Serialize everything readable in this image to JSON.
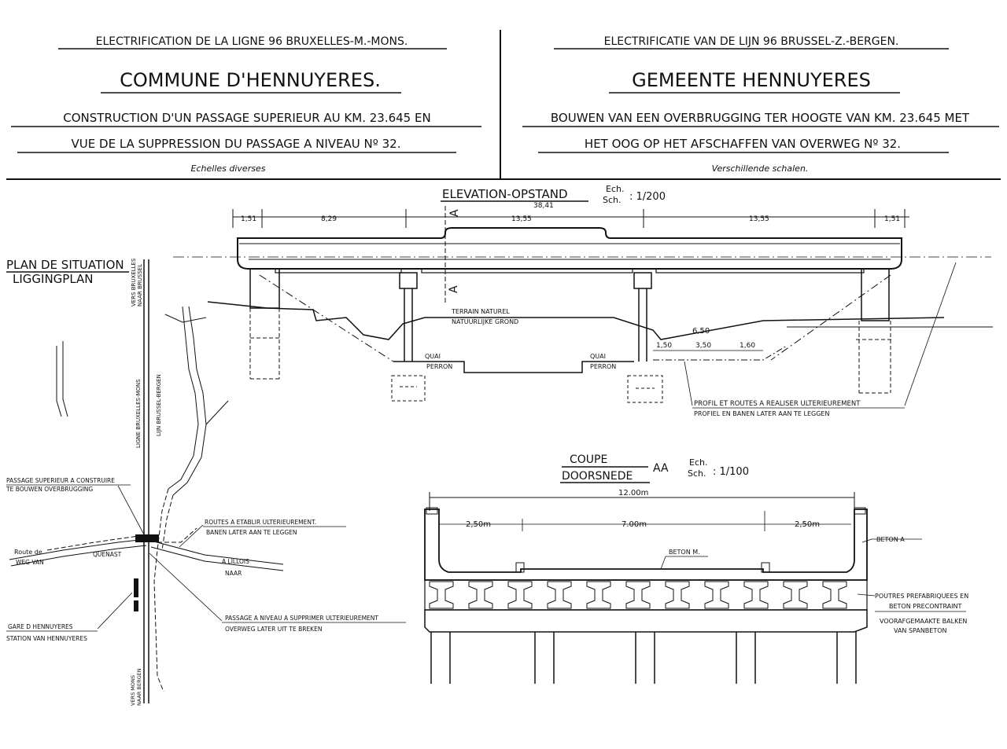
{
  "header": {
    "fr": {
      "line1": "ELECTRIFICATION DE LA LIGNE 96 BRUXELLES-M.-MONS.",
      "title": "COMMUNE D'HENNUYERES.",
      "line3": "CONSTRUCTION D'UN PASSAGE SUPERIEUR AU  KM. 23.645  EN",
      "line4": "VUE DE LA SUPPRESSION DU PASSAGE A NIVEAU  Nº 32.",
      "scale": "Echelles diverses"
    },
    "nl": {
      "line1": "ELECTRIFICATIE VAN DE LIJN 96  BRUSSEL-Z.-BERGEN.",
      "title": "GEMEENTE  HENNUYERES",
      "line3": "BOUWEN VAN EEN OVERBRUGGING TER HOOGTE VAN KM. 23.645 MET",
      "line4": "HET OOG OP HET AFSCHAFFEN  VAN OVERWEG  Nº 32.",
      "scale": "Verschillende schalen."
    }
  },
  "elevation": {
    "title": "ELEVATION-OPSTAND",
    "scale_label_1": "Ech.",
    "scale_label_2": "Sch.",
    "scale_value": ": 1/200",
    "total_length": "38,41",
    "dims": [
      "1,51",
      "8,29",
      "13,55",
      "13,55",
      "1,51"
    ],
    "section_mark": "A",
    "terrain_fr": "TERRAIN NATUREL",
    "terrain_nl": "NATUURLIJKE GROND",
    "quai_1": "QUAI",
    "perron_1": "PERRON",
    "quai_2": "QUAI",
    "perron_2": "PERRON",
    "road_dims": [
      "6,50",
      "1,50",
      "3,50",
      "1,60"
    ],
    "profile_fr": "PROFIL ET ROUTES A REALISER ULTERIEUREMENT",
    "profile_nl": "PROFIEL EN BANEN LATER AAN TE LEGGEN"
  },
  "plan": {
    "title_1": "PLAN DE SITUATION",
    "title_2": "LIGGINGPLAN",
    "vers_bruxelles": "VERS BRUXELLES",
    "naar_brussel": "NAAR BRUSSEL",
    "ligne": "LIGNE BRUXELLES-MONS",
    "lijn": "LIJN BRUSSEL-BERGEN",
    "passage_fr": "PASSAGE SUPERIEUR A CONSTRUIRE",
    "passage_nl": "TE BOUWEN OVERBRUGGING",
    "routes_fr": "ROUTES A ETABLIR ULTERIEUREMENT.",
    "routes_nl": "BANEN LATER AAN TE LEGGEN",
    "route_de": "Route de",
    "weg_van": "WEG VAN",
    "quenast": "QUENAST",
    "a_lillois": "A LILLOIS",
    "naar": "NAAR",
    "gare_fr": "GARE D HENNUYERES",
    "gare_nl": "STATION VAN HENNUYERES",
    "pan_fr": "PASSAGE A NIVEAU A SUPPRIMER ULTERIEUREMENT",
    "pan_nl": "OVERWEG LATER UIT TE BREKEN",
    "vers_mons": "VERS MONS",
    "naar_bergen": "NAAR BERGEN"
  },
  "section": {
    "title_fr": "COUPE",
    "title_nl": "DOORSNEDE",
    "mark": "AA",
    "scale_label_1": "Ech.",
    "scale_label_2": "Sch.",
    "scale_value": ": 1/100",
    "width": "12.00m",
    "dims": [
      "2,50m",
      "7.00m",
      "2,50m"
    ],
    "beton_m": "BETON M.",
    "beton_a": "BETON A",
    "poutres_fr_1": "POUTRES PREFABRIQUEES EN",
    "poutres_fr_2": "BETON PRECONTRAINT",
    "poutres_nl_1": "VOORAFGEMAAKTE BALKEN",
    "poutres_nl_2": "VAN SPANBETON"
  }
}
